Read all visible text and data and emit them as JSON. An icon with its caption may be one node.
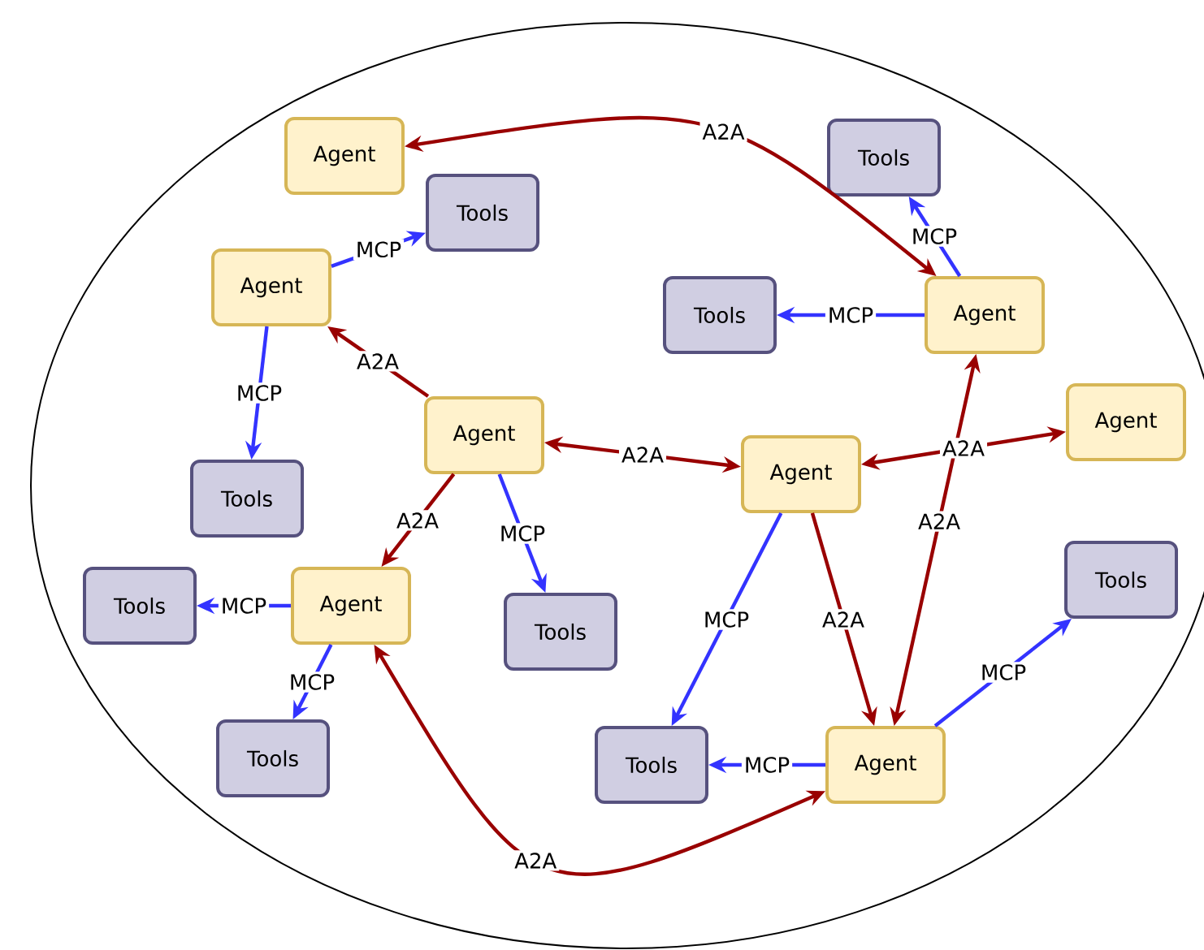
{
  "diagram": {
    "nodes": [
      {
        "text": [
          "Agent"
        ]
      },
      {
        "text": [
          "Tools"
        ]
      },
      {
        "text": [
          "Tools"
        ]
      },
      {
        "text": [
          "Agent"
        ]
      },
      {
        "text": [
          "Tools"
        ]
      },
      {
        "text": [
          "Agent"
        ]
      },
      {
        "text": [
          "Agent"
        ]
      },
      {
        "text": [
          "Agent"
        ]
      },
      {
        "text": [
          "Agent"
        ]
      },
      {
        "text": [
          "Tools"
        ]
      },
      {
        "text": [
          "Tools"
        ]
      },
      {
        "text": [
          "Agent"
        ]
      },
      {
        "text": [
          "Tools"
        ]
      },
      {
        "text": [
          "Tools"
        ]
      },
      {
        "text": [
          "Tools"
        ]
      },
      {
        "text": [
          "Tools"
        ]
      },
      {
        "text": [
          "Agent"
        ]
      }
    ],
    "edges": [
      {
        "from": 5,
        "to": 0,
        "arrow": "both",
        "label": "A2A",
        "color": "#990000"
      },
      {
        "from": 3,
        "to": 2,
        "arrow": "to",
        "label": "MCP",
        "color": "#3333ff"
      },
      {
        "from": 3,
        "to": 9,
        "arrow": "to",
        "label": "MCP",
        "color": "#3333ff"
      },
      {
        "from": 7,
        "to": 3,
        "arrow": "to",
        "label": "A2A",
        "color": "#990000"
      },
      {
        "from": 7,
        "to": 8,
        "arrow": "both",
        "label": "A2A",
        "color": "#990000"
      },
      {
        "from": 7,
        "to": 11,
        "arrow": "to",
        "label": "A2A",
        "color": "#990000"
      },
      {
        "from": 7,
        "to": 13,
        "arrow": "to",
        "label": "MCP",
        "color": "#3333ff"
      },
      {
        "from": 5,
        "to": 1,
        "arrow": "to",
        "label": "MCP",
        "color": "#3333ff"
      },
      {
        "from": 5,
        "to": 4,
        "arrow": "to",
        "label": "MCP",
        "color": "#3333ff"
      },
      {
        "from": 8,
        "to": 6,
        "arrow": "both",
        "label": "A2A",
        "color": "#990000"
      },
      {
        "from": 16,
        "to": 5,
        "arrow": "both",
        "label": "A2A",
        "color": "#990000"
      },
      {
        "from": 8,
        "to": 16,
        "arrow": "to",
        "label": "A2A",
        "color": "#990000"
      },
      {
        "from": 8,
        "to": 15,
        "arrow": "to",
        "label": "MCP",
        "color": "#3333ff"
      },
      {
        "from": 16,
        "to": 15,
        "arrow": "to",
        "label": "MCP",
        "color": "#3333ff"
      },
      {
        "from": 16,
        "to": 10,
        "arrow": "to",
        "label": "MCP",
        "color": "#3333ff"
      },
      {
        "from": 11,
        "to": 12,
        "arrow": "to",
        "label": "MCP",
        "color": "#3333ff"
      },
      {
        "from": 11,
        "to": 14,
        "arrow": "to",
        "label": "MCP",
        "color": "#3333ff"
      },
      {
        "from": 11,
        "to": 16,
        "arrow": "both",
        "label": "A2A",
        "color": "#990000"
      }
    ]
  }
}
